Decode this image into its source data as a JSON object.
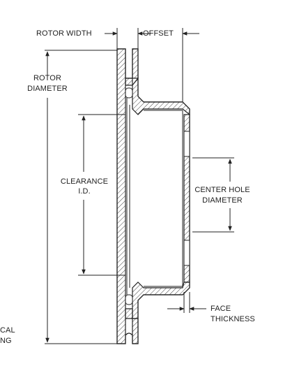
{
  "diagram": {
    "labels": {
      "rotor_width": "ROTOR WIDTH",
      "offset": "OFFSET",
      "rotor_diameter_line1": "ROTOR",
      "rotor_diameter_line2": "DIAMETER",
      "clearance_line1": "CLEARANCE",
      "clearance_line2": "I.D.",
      "center_hole_line1": "CENTER HOLE",
      "center_hole_line2": "DIAMETER",
      "face_line1": "FACE",
      "face_line2": "THICKNESS",
      "cut_line1": "CAL",
      "cut_line2": "NG"
    },
    "colors": {
      "ink": "#222222",
      "hatch": "#444444",
      "background": "#ffffff"
    }
  }
}
